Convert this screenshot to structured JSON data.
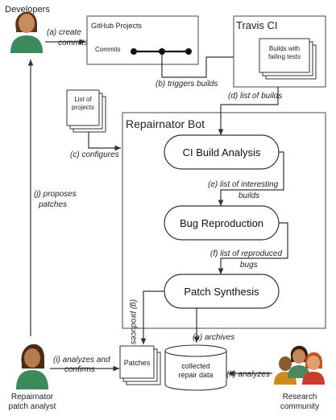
{
  "actors": {
    "developers": "Developers",
    "analyst_line1": "Repairnator",
    "analyst_line2": "patch analyst",
    "community_line1": "Research",
    "community_line2": "community"
  },
  "boxes": {
    "github_title": "GitHub Projects",
    "github_commits": "Commits",
    "travis_title": "Travis CI",
    "travis_builds_line1": "Builds with",
    "travis_builds_line2": "failing tests",
    "projects_line1": "List of",
    "projects_line2": "projects",
    "bot_title": "Repairnator Bot",
    "analysis": "CI Build Analysis",
    "reproduction": "Bug Reproduction",
    "synthesis": "Patch Synthesis",
    "patches": "Patches",
    "data_line1": "collected",
    "data_line2": "repair data"
  },
  "edges": {
    "a_line1": "(a) create",
    "a_line2": "commits",
    "b": "(b) triggers builds",
    "c": "(c) configures",
    "d": "(d) list of builds",
    "e_line1": "(e) list of interesting",
    "e_line2": "builds",
    "f_line1": "(f) list of reproduced",
    "f_line2": "bugs",
    "g": "(g) produces",
    "h": "(h) archives",
    "i_line1": "(i) analyzes and",
    "i_line2": "confirms",
    "j_line1": "(j) proposes",
    "j_line2": "patches",
    "k": "(k) analyzes"
  }
}
